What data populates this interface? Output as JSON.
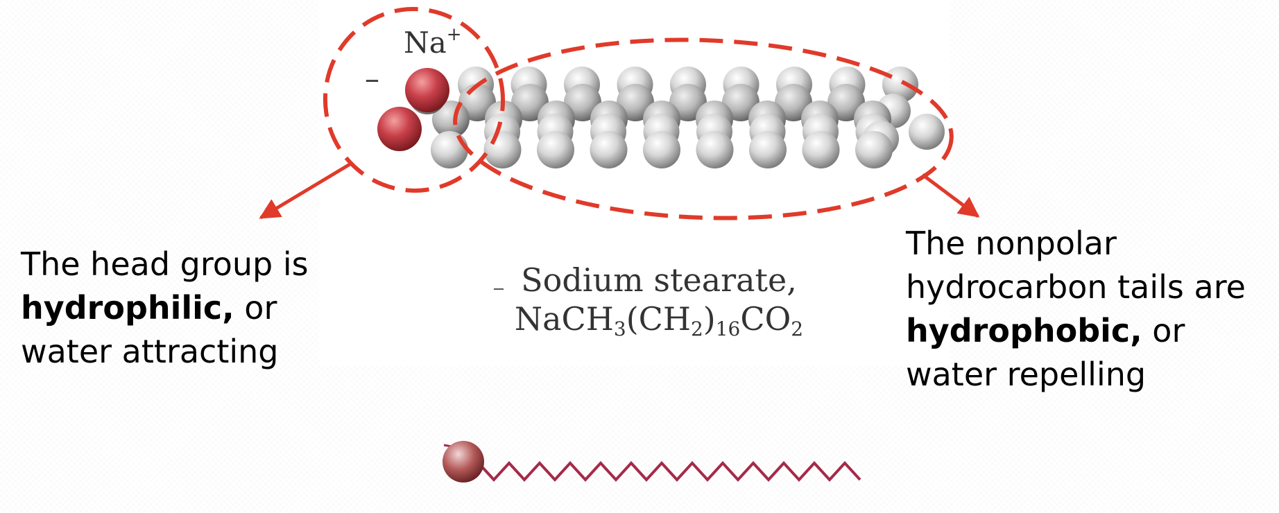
{
  "molecule": {
    "ion": "Na",
    "ion_charge": "+",
    "carboxylate_charge": "–"
  },
  "caption": {
    "line1": "Sodium stearate,",
    "formula": {
      "p1": "NaCH",
      "s1": "3",
      "p2": "(CH",
      "s2": "2",
      "p3": ")",
      "s3": "16",
      "p4": "CO",
      "s4": "2"
    }
  },
  "head_label": {
    "line1": "The head group is",
    "bold": "hydrophilic,",
    "after_bold": " or",
    "line3": "water attracting"
  },
  "tail_label": {
    "line1": "The nonpolar",
    "line2": "hydrocarbon tails are",
    "bold": "hydrophobic,",
    "after_bold": " or",
    "line4": "water repelling"
  },
  "colors": {
    "annotation": "#e03a2a",
    "oxygen": "#c0343c",
    "carbon_hydrogen": "#d4d4d4",
    "schematic": "#a52a4a"
  }
}
